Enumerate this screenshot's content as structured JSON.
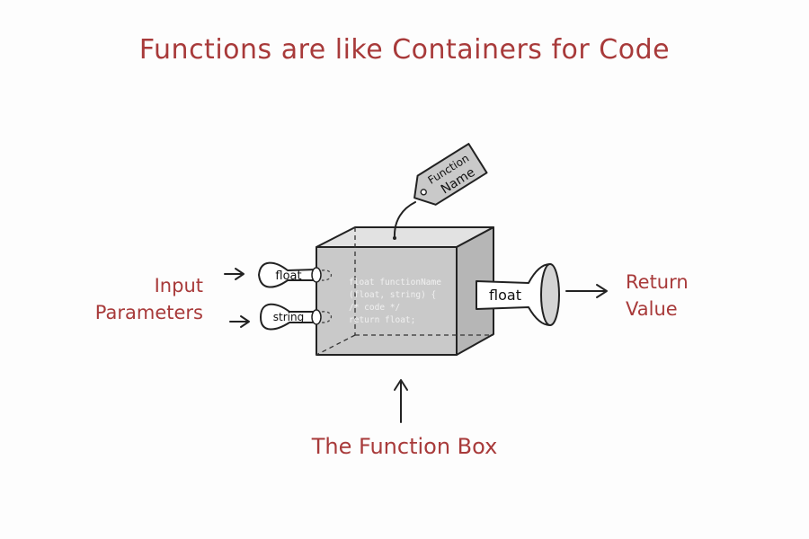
{
  "title": "Functions are like Containers for Code",
  "labels": {
    "input_parameters": [
      "Input",
      "Parameters"
    ],
    "return_value": [
      "Return",
      "Value"
    ],
    "function_box": "The Function Box"
  },
  "tag": [
    "Function",
    "Name"
  ],
  "inputs": [
    "float",
    "string"
  ],
  "output": "float",
  "code_lines": [
    "float functionName",
    "(float, string) {",
    "  /* code */",
    "  return float;"
  ],
  "colors": {
    "accent": "#a83a3a",
    "ink": "#222222",
    "box_front": "#c9c9c9",
    "box_top": "#e2e2e2",
    "box_side": "#b4b4b4"
  }
}
